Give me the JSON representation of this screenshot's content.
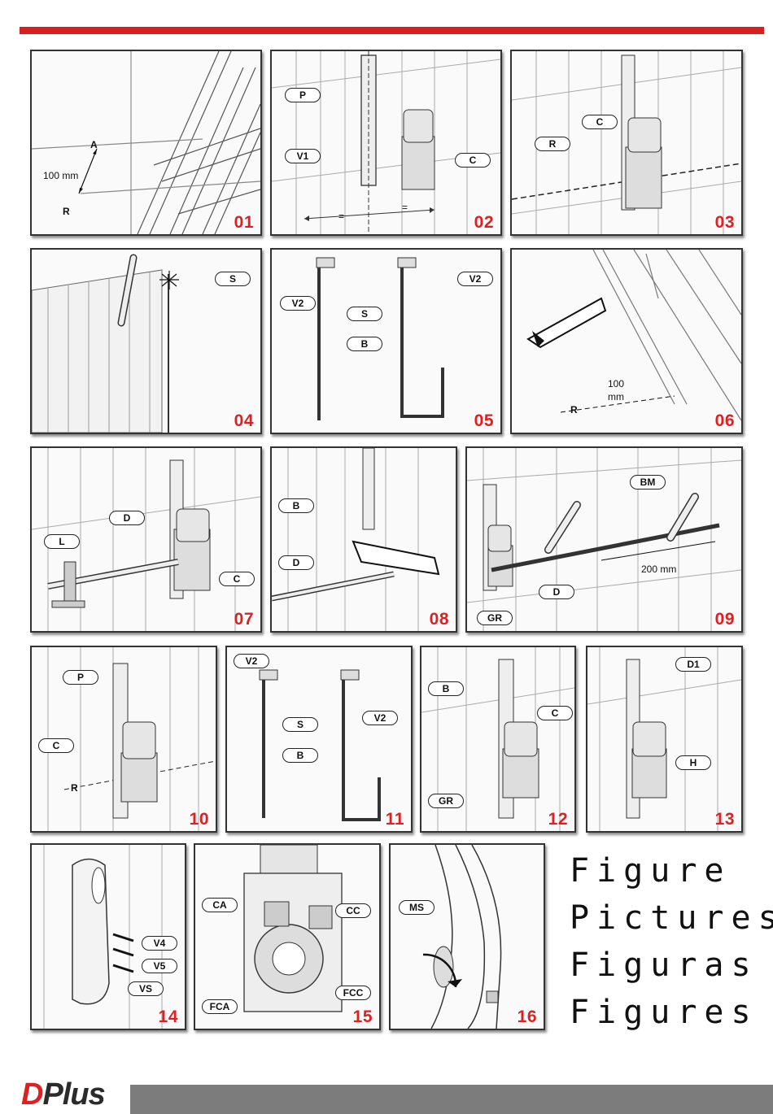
{
  "panels": [
    {
      "num": "01",
      "labels": [],
      "texts": [
        "A",
        "100 mm",
        "R"
      ]
    },
    {
      "num": "02",
      "labels": [
        "P",
        "V1",
        "C"
      ],
      "texts": [
        "=",
        "="
      ]
    },
    {
      "num": "03",
      "labels": [
        "C",
        "R"
      ],
      "texts": []
    },
    {
      "num": "04",
      "labels": [
        "S"
      ],
      "texts": []
    },
    {
      "num": "05",
      "labels": [
        "V2",
        "V2",
        "S",
        "B"
      ],
      "texts": []
    },
    {
      "num": "06",
      "labels": [],
      "texts": [
        "100",
        "mm",
        "R"
      ]
    },
    {
      "num": "07",
      "labels": [
        "D",
        "L",
        "C"
      ],
      "texts": []
    },
    {
      "num": "08",
      "labels": [
        "B",
        "D"
      ],
      "texts": []
    },
    {
      "num": "09",
      "labels": [
        "BM",
        "D",
        "GR"
      ],
      "texts": [
        "200 mm"
      ]
    },
    {
      "num": "10",
      "labels": [
        "P",
        "C"
      ],
      "texts": [
        "R"
      ]
    },
    {
      "num": "11",
      "labels": [
        "V2",
        "S",
        "V2",
        "B"
      ],
      "texts": []
    },
    {
      "num": "12",
      "labels": [
        "B",
        "C",
        "GR"
      ],
      "texts": []
    },
    {
      "num": "13",
      "labels": [
        "D1",
        "H"
      ],
      "texts": []
    },
    {
      "num": "14",
      "labels": [
        "V4",
        "V5",
        "VS"
      ],
      "texts": []
    },
    {
      "num": "15",
      "labels": [
        "CA",
        "CC",
        "FCC",
        "FCA"
      ],
      "texts": []
    },
    {
      "num": "16",
      "labels": [
        "MS"
      ],
      "texts": []
    }
  ],
  "figure_words": [
    "Figure",
    "Pictures",
    "Figuras",
    "Figures"
  ],
  "logo": {
    "part1": "D",
    "part2": "Plus"
  },
  "colors": {
    "accent": "#d81e1e",
    "footer": "#7c7c7c"
  }
}
